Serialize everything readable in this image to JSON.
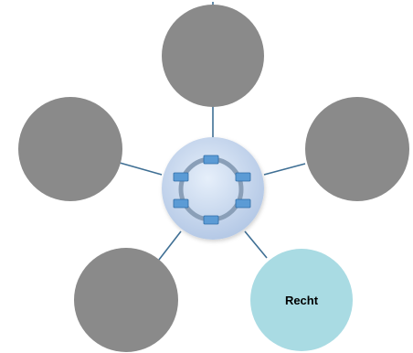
{
  "diagram": {
    "center": {
      "icon": "network-cycle-icon"
    },
    "nodes": [
      {
        "id": "top",
        "label": ""
      },
      {
        "id": "right",
        "label": ""
      },
      {
        "id": "bottom-right",
        "label": "Recht"
      },
      {
        "id": "bottom-left",
        "label": ""
      },
      {
        "id": "left",
        "label": ""
      }
    ]
  },
  "colors": {
    "satellite_fill": "#8a8a8a",
    "highlight_fill": "#a9dbe3",
    "connector": "#3f6f94",
    "hub_light": "#e6effa",
    "hub_dark": "#b5c9e6",
    "icon_box": "#5b9bd5",
    "icon_box_edge": "#2e6ca6",
    "icon_ring": "#8a9fb8"
  }
}
